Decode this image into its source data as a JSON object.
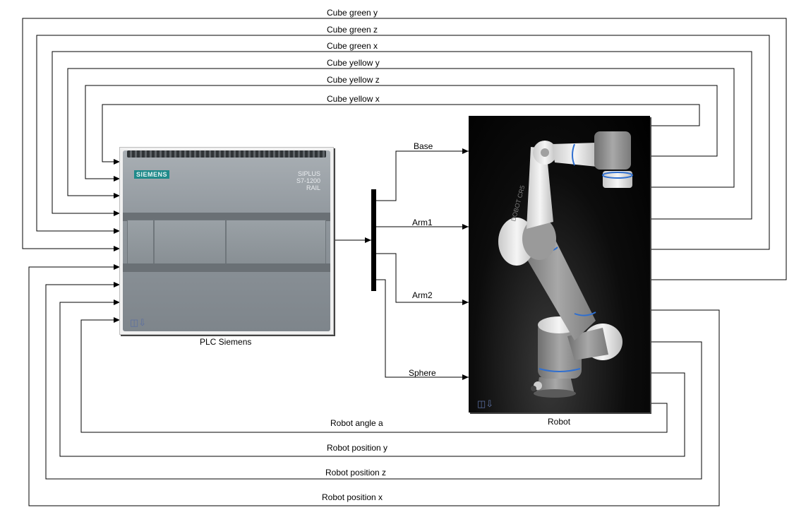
{
  "diagram": {
    "blocks": {
      "plc": {
        "name": "PLC Siemens",
        "brand": "SIEMENS",
        "model_line1": "SIPLUS",
        "model_line2": "S7-1200",
        "model_line3": "RAIL",
        "icon": "download-icon"
      },
      "robot": {
        "name": "Robot",
        "arm_text": "DOBOT CR5",
        "icon": "download-icon"
      }
    },
    "top_signals": [
      {
        "label": "Cube green y"
      },
      {
        "label": "Cube green z"
      },
      {
        "label": "Cube green x"
      },
      {
        "label": "Cube yellow y"
      },
      {
        "label": "Cube yellow z"
      },
      {
        "label": "Cube yellow x"
      }
    ],
    "demux_signals": [
      {
        "label": "Base"
      },
      {
        "label": "Arm1"
      },
      {
        "label": "Arm2"
      },
      {
        "label": "Sphere"
      }
    ],
    "bottom_signals": [
      {
        "label": "Robot angle a"
      },
      {
        "label": "Robot position y"
      },
      {
        "label": "Robot position z"
      },
      {
        "label": "Robot position x"
      }
    ]
  }
}
